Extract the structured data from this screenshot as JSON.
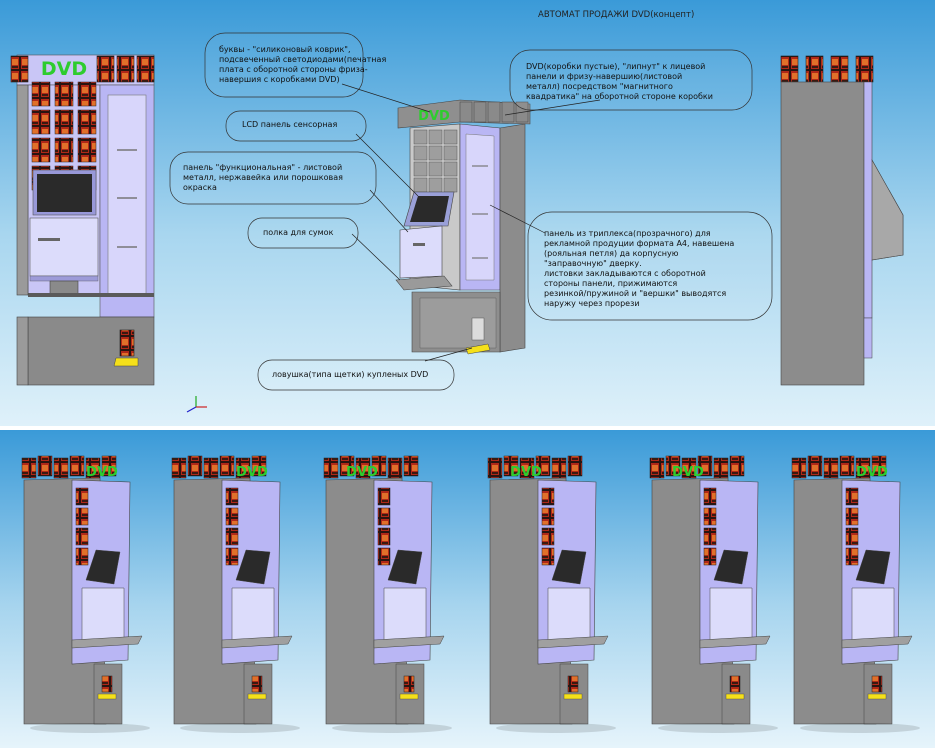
{
  "title": "АВТОМАТ ПРОДАЖИ DVD(концепт)",
  "sign_text": "DVD",
  "callouts": {
    "letters": "буквы - \"силиконовый коврик\",\nподсвеченный светодиодами(печатная\nплата с оборотной стороны фриза-\nнавершия с коробками DVD)",
    "lcd": "LCD панель сенсорная",
    "functional_panel": "панель \"функциональная\" - листовой\nметалл, нержавейка или порошковая\nокраска",
    "bag_shelf": "полка для сумок",
    "dvd_boxes": "DVD(коробки пустые), \"липнут\" к лицевой\nпанели и фризу-навершию(листовой\nметалл) посредством \"магнитного\nквадратика\" на оборотной стороне коробки",
    "triplex_panel": "панель из триплекса(прозрачного) для\nрекламной продуции формата А4, навешена\n(рояльная петля) да корпусную\n\"заправочную\" дверку.\nлистовки закладываются с оборотной\nстороны панели, прижимаются\nрезинкой/пружиной и \"вершки\" выводятся\nнаружу через прорези",
    "trap": "ловушка(типа щетки) купленых DVD"
  },
  "colors": {
    "body_gray": "#8c8c8c",
    "lavender": "#b9b6f4",
    "panel_lilac": "#d8d6fb",
    "dark": "#2a2a2a",
    "sign_green": "#2ecc2e",
    "tray_yellow": "#f5e01a",
    "dvd_red": "#b02818"
  }
}
